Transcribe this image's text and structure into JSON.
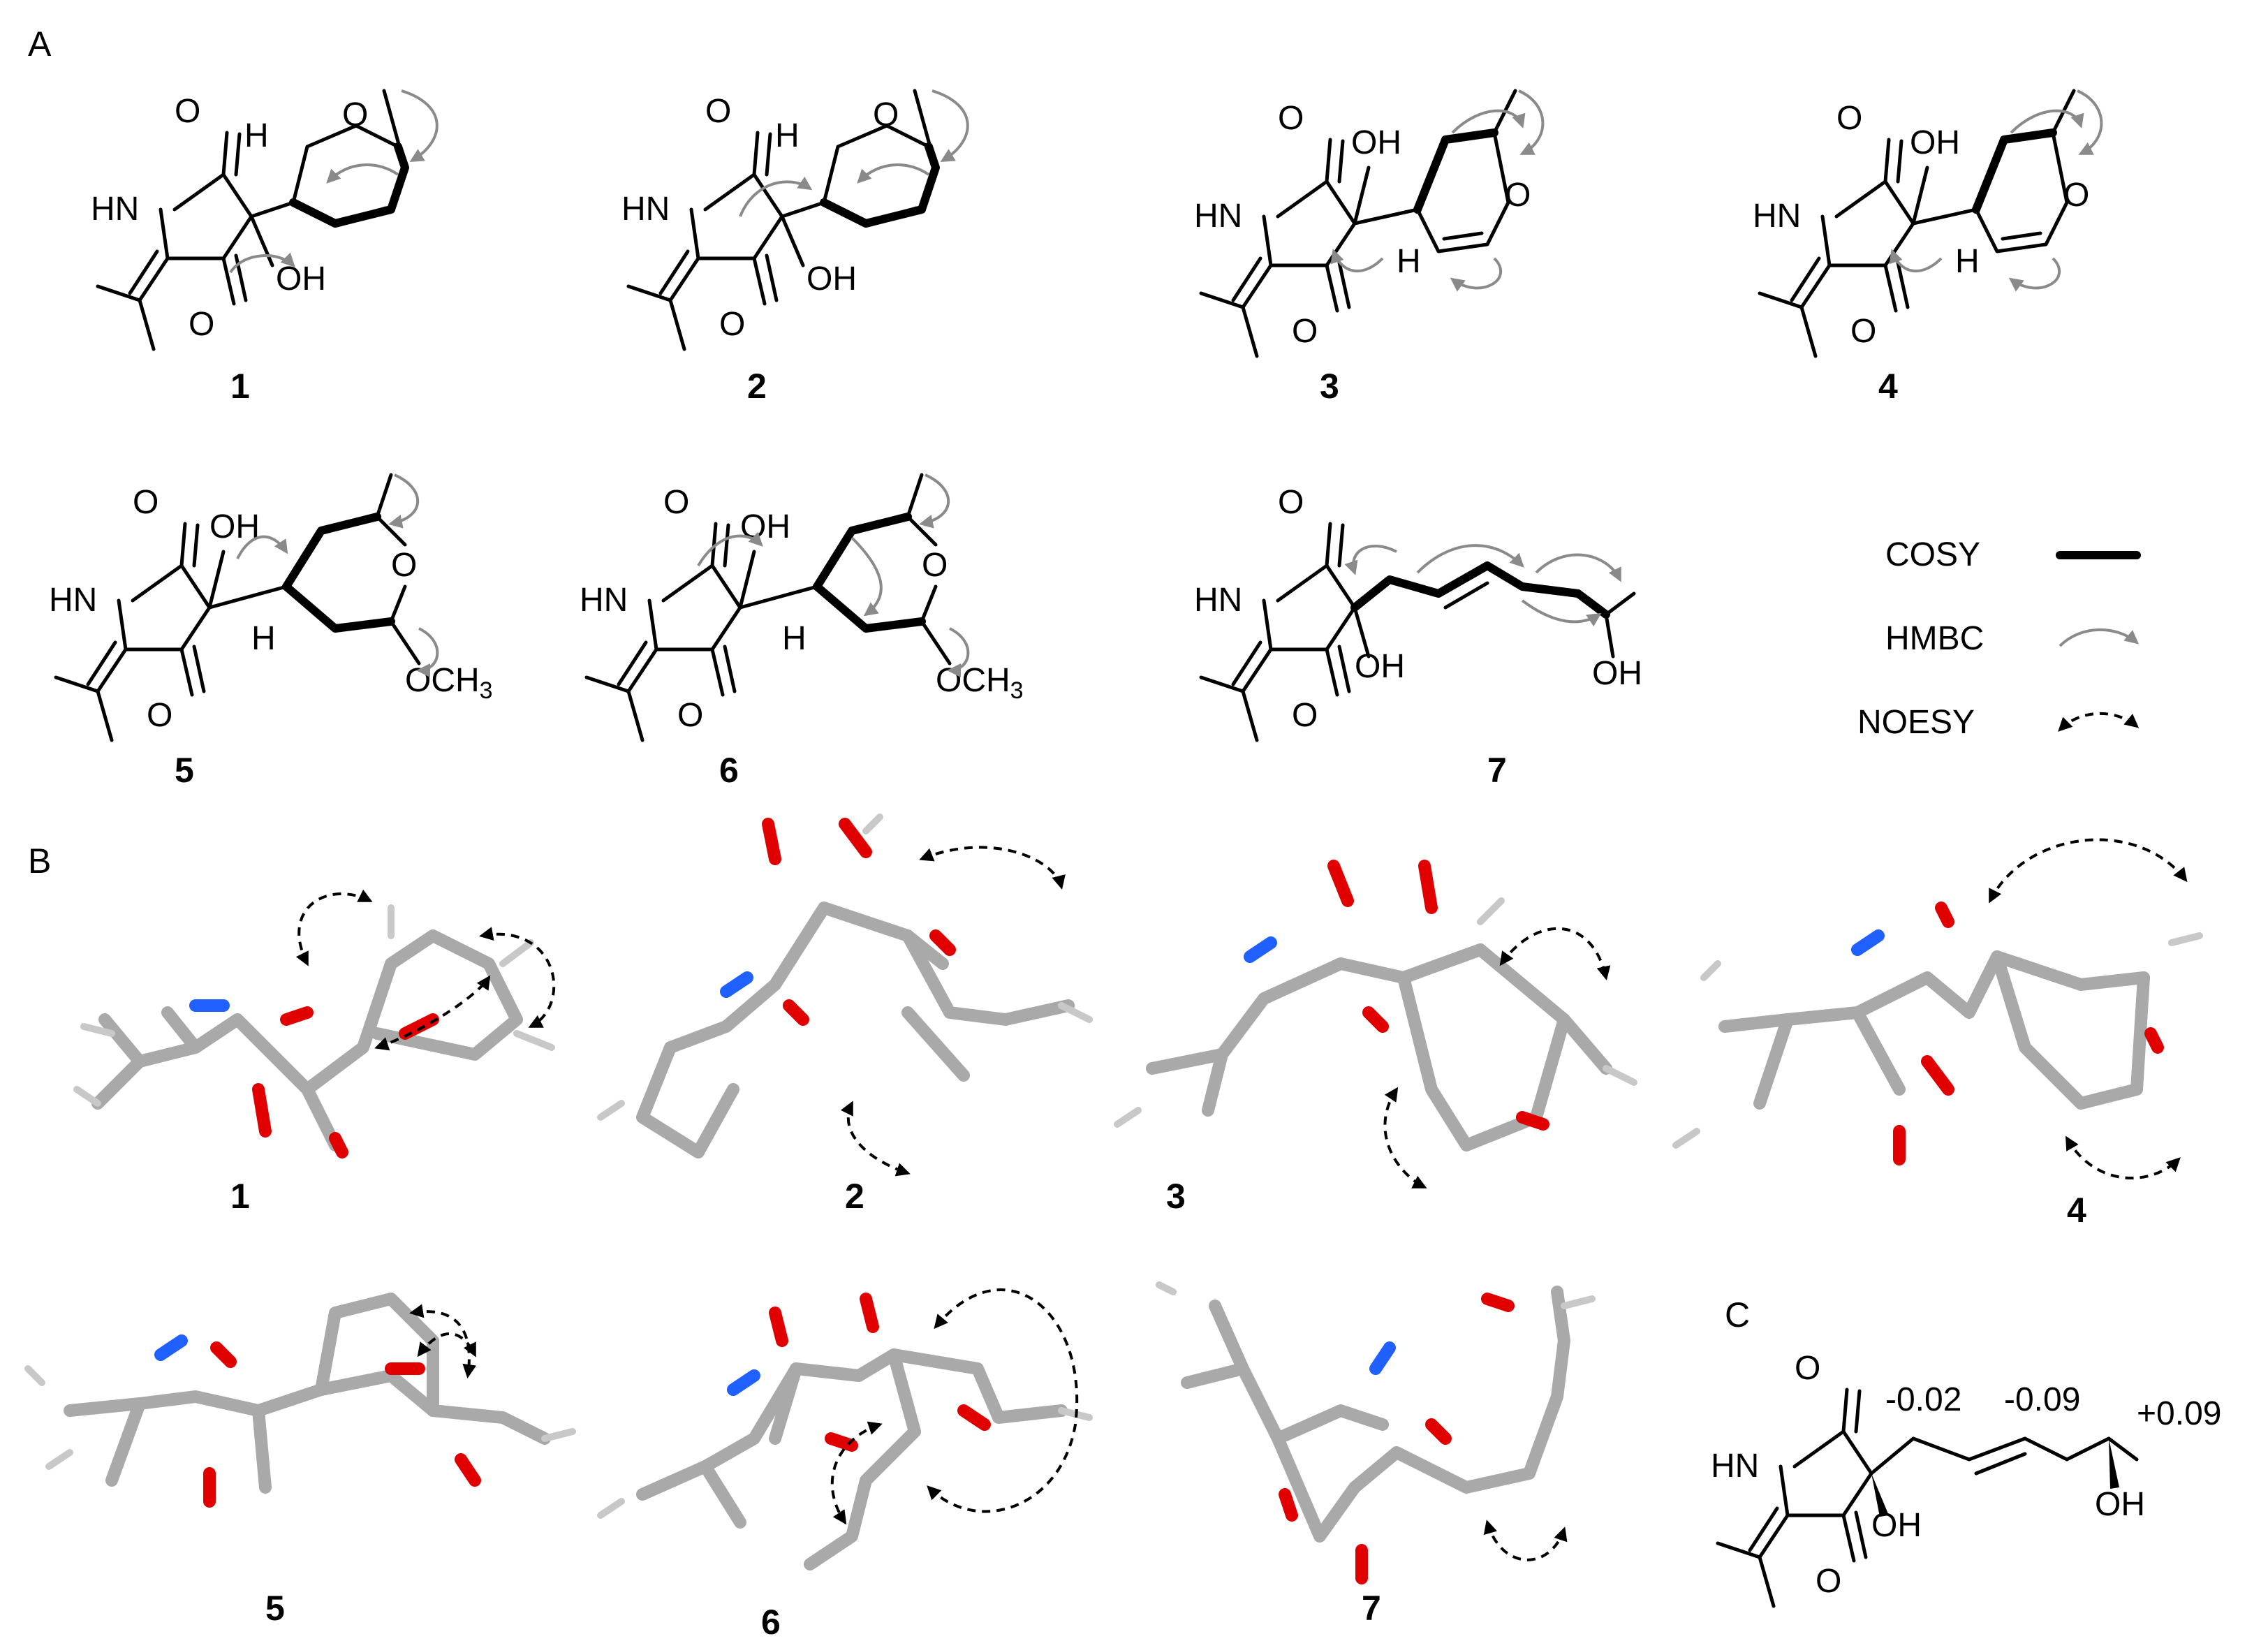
{
  "panels": {
    "a": "A",
    "b": "B",
    "c": "C"
  },
  "compounds": [
    "1",
    "2",
    "3",
    "4",
    "5",
    "6",
    "7"
  ],
  "atoms": {
    "o": "O",
    "hn": "HN",
    "oh": "OH",
    "h": "H",
    "och3_prefix": "OCH",
    "och3_sub": "3"
  },
  "legend": {
    "cosy": "COSY",
    "hmbc": "HMBC",
    "noesy": "NOESY"
  },
  "panel_c": {
    "values": [
      "-0.02",
      "-0.09",
      "+0.09"
    ]
  },
  "colors": {
    "bond": "#000000",
    "hmbc_arrow": "#8a8a8a",
    "carbon_stick": "#a9a9a9",
    "hydrogen_stick": "#c8c8c8",
    "oxygen": "#e00000",
    "nitrogen": "#2060ff"
  }
}
